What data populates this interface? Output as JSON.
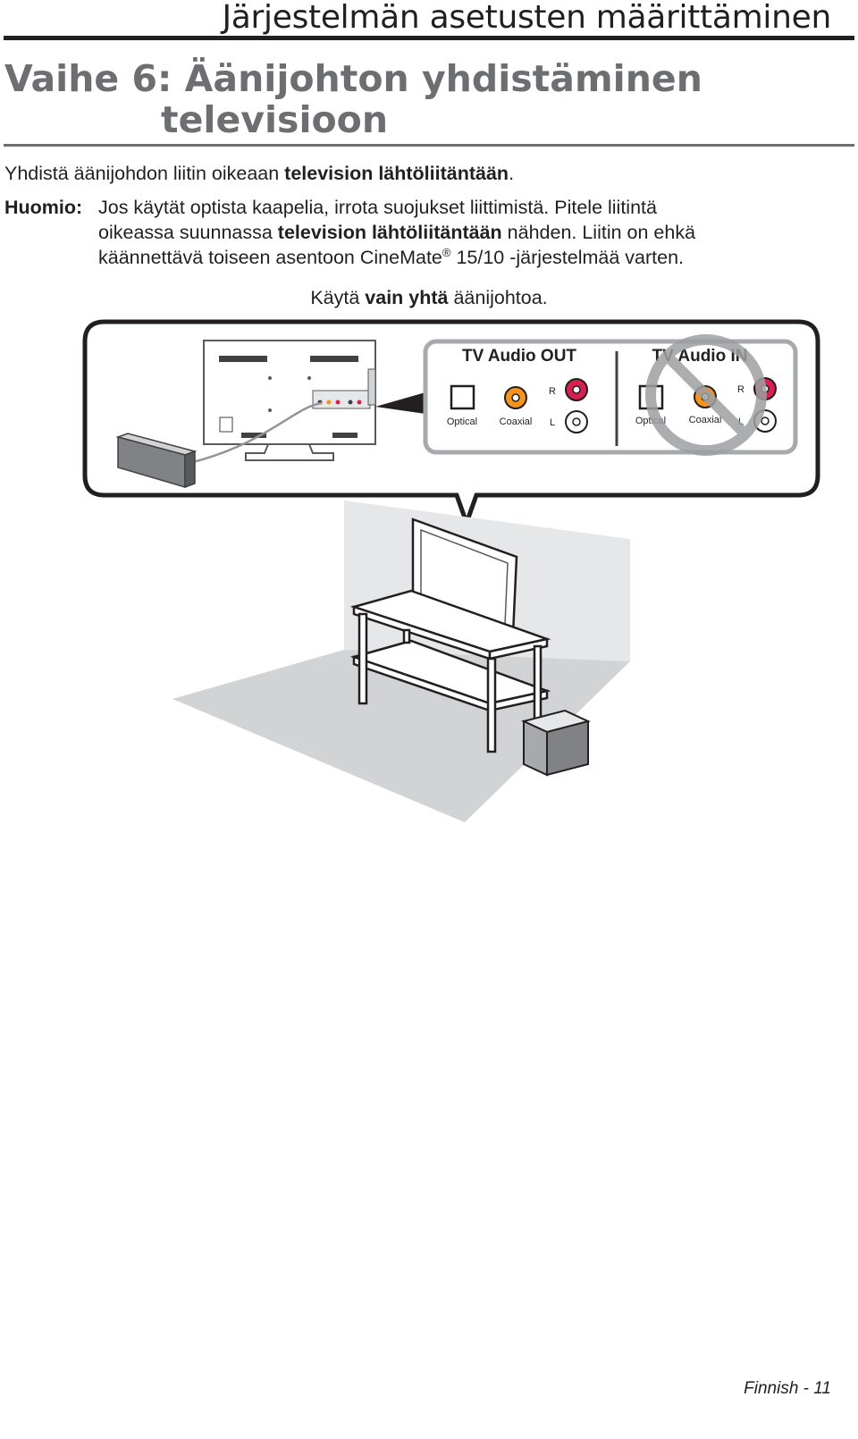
{
  "header": {
    "section_title": "Järjestelmän asetusten määrittäminen"
  },
  "step": {
    "heading_line1": "Vaihe 6: Äänijohton yhdistäminen",
    "heading_line2": "televisioon"
  },
  "instruction": {
    "prefix": "Yhdistä äänijohdon liitin oikeaan ",
    "bold": "television lähtöliitäntään",
    "suffix": "."
  },
  "note": {
    "label": "Huomio:",
    "line1": "Jos käytät optista kaapelia, irrota suojukset liittimistä. Pitele liitintä",
    "line2_prefix": "oikeassa suunnassa ",
    "line2_bold": "television lähtöliitäntään",
    "line2_suffix": " nähden. Liitin on ehkä",
    "line3_prefix": "käännettävä toiseen asentoon CineMate",
    "line3_sup": "®",
    "line3_suffix": " 15/10 -järjestelmää varten."
  },
  "single_cable": {
    "prefix": "Käytä ",
    "bold": "vain yhtä",
    "suffix": " äänijohtoa."
  },
  "diagram": {
    "panel_out": {
      "title": "TV Audio OUT",
      "optical": "Optical",
      "coaxial": "Coaxial",
      "r": "R",
      "l": "L"
    },
    "panel_in": {
      "title": "TV Audio IN",
      "optical": "Optical",
      "coaxial": "Coaxial",
      "r": "R",
      "l": "L"
    },
    "colors": {
      "coaxial_orange": "#f7941d",
      "right_red": "#d6204e",
      "panel_border": "#a7a9ac",
      "prohibited_gray": "#9d9fa2",
      "floor_gray": "#d1d3d4"
    }
  },
  "footer": {
    "page_label": "Finnish - 11"
  }
}
